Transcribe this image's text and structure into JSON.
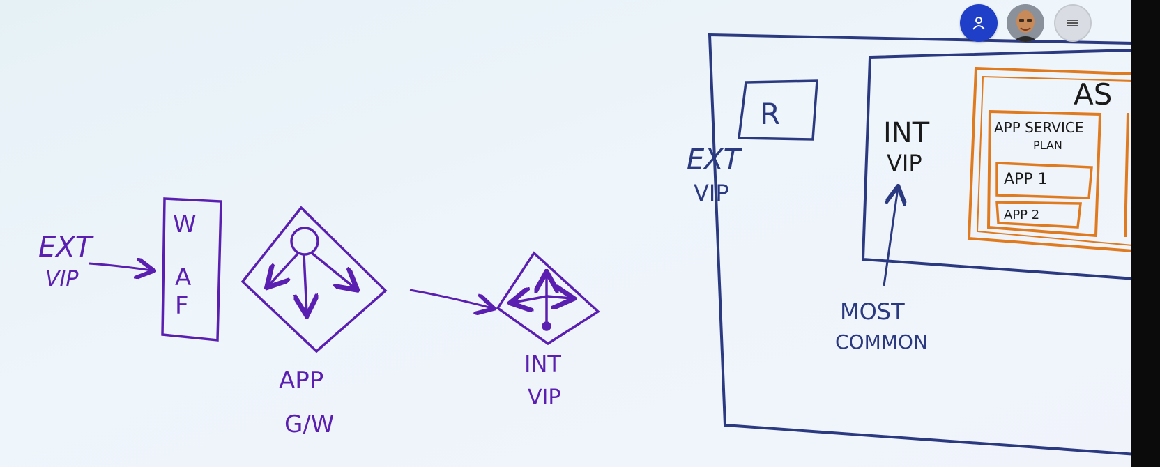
{
  "colors": {
    "ink_purple": "#5a1fb0",
    "ink_blue": "#2b3a80",
    "ink_orange": "#e07a1f",
    "ink_black": "#1a1a1a"
  },
  "left_diagram": {
    "ext_vip": [
      "EXT",
      "VIP"
    ],
    "waf": [
      "W",
      "A",
      "F"
    ],
    "app_gw": [
      "APP",
      "G/W"
    ],
    "int_vip": [
      "INT",
      "VIP"
    ]
  },
  "right_diagram": {
    "router": "R",
    "ext_vip": [
      "EXT",
      "VIP"
    ],
    "int_vip": [
      "INT",
      "VIP"
    ],
    "most_common": [
      "MOST",
      "COMMON"
    ],
    "ase": "AS",
    "app_service_plan": [
      "APP SERVICE",
      "PLAN"
    ],
    "apps": [
      "APP 1",
      "APP 2"
    ]
  },
  "toolbar": {
    "user_icon": "person-icon",
    "avatar": "presenter-avatar",
    "menu_icon": "hamburger-menu-icon"
  }
}
